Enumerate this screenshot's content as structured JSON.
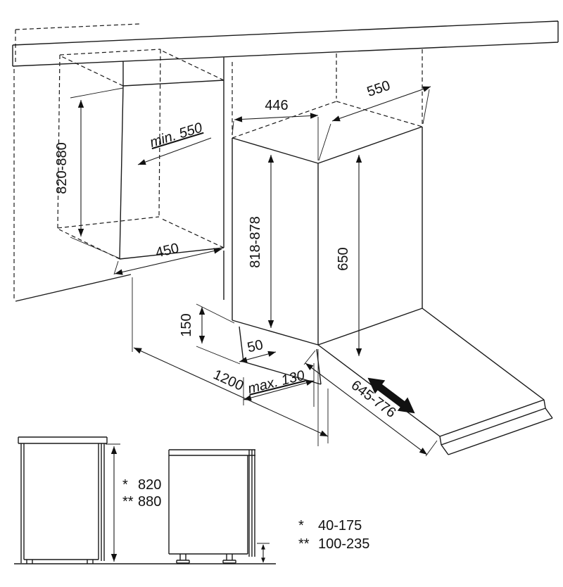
{
  "colors": {
    "background": "#ffffff",
    "line": "#1a1a1a",
    "text": "#111111"
  },
  "dimensions": {
    "niche_height": "820-880",
    "niche_depth": "min. 550",
    "niche_width": "450",
    "appliance_width": "446",
    "appliance_depth": "550",
    "appliance_height": "818-878",
    "door_clearance_height": "650",
    "plinth_height": "150",
    "side_gap": "50",
    "plinth_recess": "max. 130",
    "front_clearance": "1200",
    "door_open_depth": "645-776"
  },
  "side_views": {
    "rows": [
      {
        "symbol": "*",
        "value": "820"
      },
      {
        "symbol": "**",
        "value": "880"
      }
    ]
  },
  "legend": {
    "rows": [
      {
        "symbol": "*",
        "value": "40-175"
      },
      {
        "symbol": "**",
        "value": "100-235"
      }
    ]
  }
}
